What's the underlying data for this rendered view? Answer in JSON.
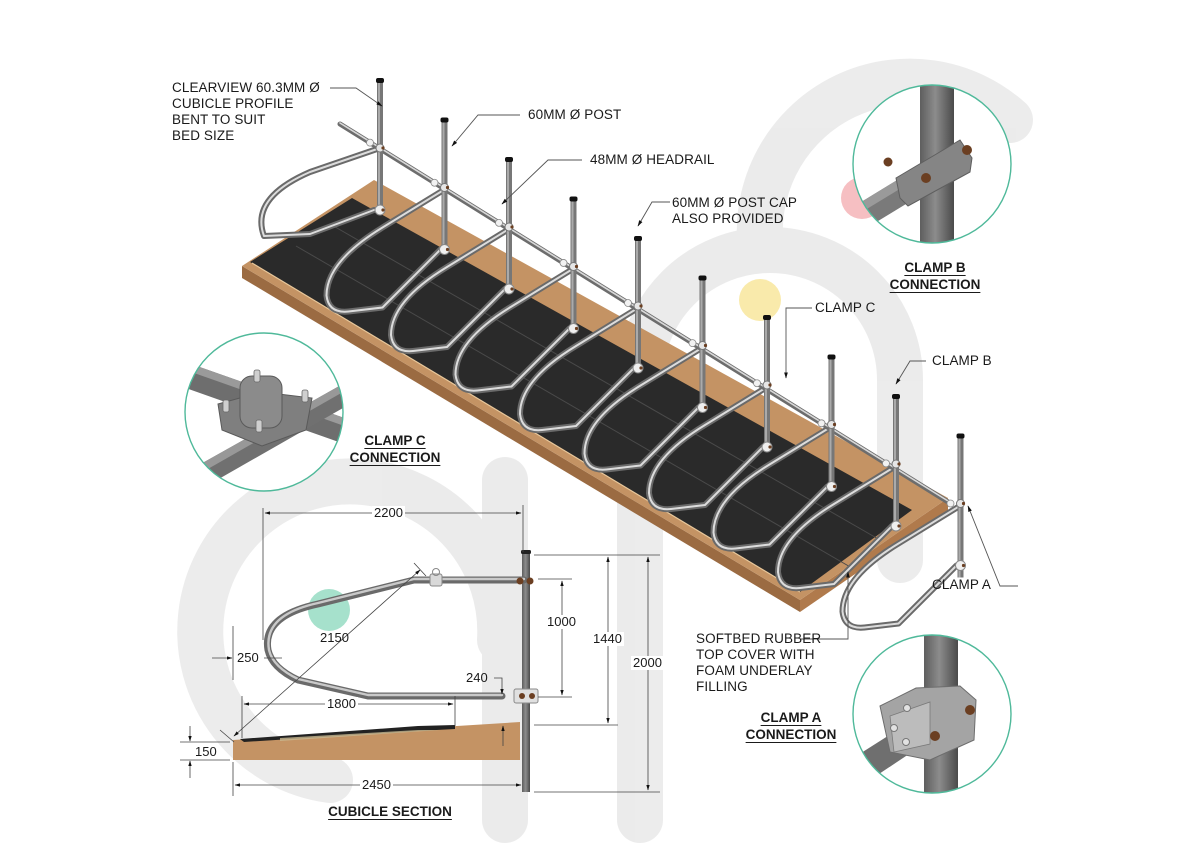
{
  "watermark": {
    "colors": [
      "#ef8a8f",
      "#f5dc73",
      "#1f8fa0",
      "#5cc9a2"
    ]
  },
  "colors": {
    "steel": "#9a9a9a",
    "steel_dark": "#6f6f6f",
    "rubber": "#2a2a2a",
    "timber": "#c49364",
    "timber_dark": "#9b6b42",
    "callout_ring": "#4fb99a",
    "bolt": "#6b3f22"
  },
  "callouts": {
    "profile": "CLEARVIEW 60.3MM Ø\nCUBICLE PROFILE\nBENT TO SUIT\nBED SIZE",
    "post": "60MM Ø POST",
    "headrail": "48MM Ø HEADRAIL",
    "post_cap": "60MM Ø POST CAP\nALSO PROVIDED",
    "clamp_c": "CLAMP C",
    "clamp_b": "CLAMP B",
    "clamp_a": "CLAMP A",
    "softbed": "SOFTBED RUBBER\nTOP COVER WITH\nFOAM UNDERLAY\nFILLING"
  },
  "details": {
    "clamp_b": [
      "CLAMP B",
      "CONNECTION"
    ],
    "clamp_c": [
      "CLAMP C",
      "CONNECTION"
    ],
    "clamp_a": [
      "CLAMP A",
      "CONNECTION"
    ]
  },
  "section": {
    "title": "CUBICLE SECTION",
    "dimensions": {
      "overall_length_top": "2200",
      "diagonal": "2150",
      "loop_offset": "250",
      "rail_spacing": "1000",
      "post_above_bed": "1440",
      "post_height": "2000",
      "bottom_rail_gap": "240",
      "rubber_length": "1800",
      "bed_height": "150",
      "bed_length": "2450"
    }
  },
  "isometric": {
    "cubicle_count": 9
  }
}
